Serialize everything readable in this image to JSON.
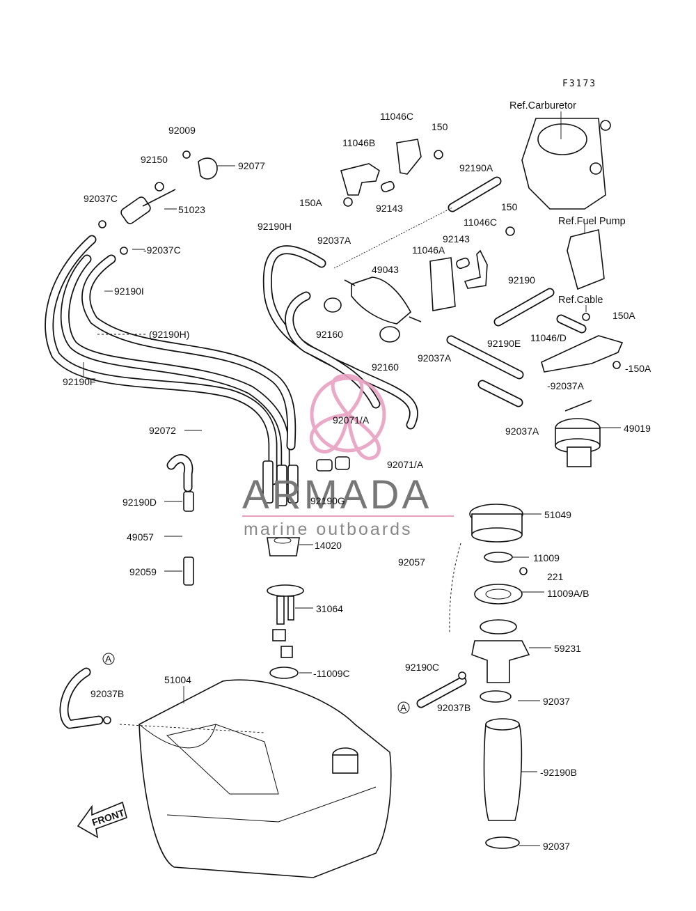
{
  "figure_code": "F3173",
  "references": {
    "carburetor": "Ref.Carburetor",
    "fuel_pump": "Ref.Fuel Pump",
    "cable": "Ref.Cable"
  },
  "watermark": {
    "brand": "ARMADA",
    "tagline": "marine outboards",
    "logo_color": "#e8a0c0"
  },
  "front_marker": "FRONT",
  "callout_marker": "A",
  "parts": [
    {
      "id": "p92009",
      "label": "92009"
    },
    {
      "id": "p92150",
      "label": "92150"
    },
    {
      "id": "p92077",
      "label": "92077"
    },
    {
      "id": "p92037C_1",
      "label": "92037C"
    },
    {
      "id": "p51023",
      "label": "51023"
    },
    {
      "id": "p92037C_2",
      "label": "-92037C"
    },
    {
      "id": "p11046C_1",
      "label": "11046C"
    },
    {
      "id": "p150_1",
      "label": "150"
    },
    {
      "id": "p11046B",
      "label": "11046B"
    },
    {
      "id": "p92190A",
      "label": "92190A"
    },
    {
      "id": "p150A_1",
      "label": "150A"
    },
    {
      "id": "p92143_1",
      "label": "92143"
    },
    {
      "id": "p150_2",
      "label": "150"
    },
    {
      "id": "p92190H",
      "label": "92190H"
    },
    {
      "id": "p92037A_1",
      "label": "92037A"
    },
    {
      "id": "p11046C_2",
      "label": "11046C"
    },
    {
      "id": "p92143_2",
      "label": "92143"
    },
    {
      "id": "p11046A",
      "label": "11046A"
    },
    {
      "id": "p49043",
      "label": "49043"
    },
    {
      "id": "p92190I",
      "label": "92190I"
    },
    {
      "id": "p92190",
      "label": "92190"
    },
    {
      "id": "p92160_1",
      "label": "92160"
    },
    {
      "id": "p92190H_2",
      "label": "(92190H)"
    },
    {
      "id": "p150A_2",
      "label": "150A"
    },
    {
      "id": "p92190E",
      "label": "92190E"
    },
    {
      "id": "p11046D",
      "label": "11046/D"
    },
    {
      "id": "p92160_2",
      "label": "92160"
    },
    {
      "id": "p92037A_2",
      "label": "92037A"
    },
    {
      "id": "p150A_3",
      "label": "-150A"
    },
    {
      "id": "p92190F",
      "label": "92190F"
    },
    {
      "id": "p92037A_3",
      "label": "-92037A"
    },
    {
      "id": "p92072",
      "label": "92072"
    },
    {
      "id": "p92071A_1",
      "label": "92071/A"
    },
    {
      "id": "p49019",
      "label": "49019"
    },
    {
      "id": "p92037A_4",
      "label": "92037A"
    },
    {
      "id": "p92071A_2",
      "label": "92071/A"
    },
    {
      "id": "p92190D",
      "label": "92190D"
    },
    {
      "id": "p92190G",
      "label": "92190G"
    },
    {
      "id": "p51049",
      "label": "51049"
    },
    {
      "id": "p49057",
      "label": "49057"
    },
    {
      "id": "p14020",
      "label": "14020"
    },
    {
      "id": "p92057",
      "label": "92057"
    },
    {
      "id": "p11009",
      "label": "11009"
    },
    {
      "id": "p92059",
      "label": "92059"
    },
    {
      "id": "p221",
      "label": "221"
    },
    {
      "id": "p11009AB",
      "label": "11009A/B"
    },
    {
      "id": "p31064",
      "label": "31064"
    },
    {
      "id": "p59231",
      "label": "59231"
    },
    {
      "id": "p92190C",
      "label": "92190C"
    },
    {
      "id": "p11009C",
      "label": "-11009C"
    },
    {
      "id": "p92037B_1",
      "label": "92037B"
    },
    {
      "id": "p51004",
      "label": "51004"
    },
    {
      "id": "p92037",
      "label": "92037"
    },
    {
      "id": "p92037B_2",
      "label": "92037B"
    },
    {
      "id": "p92190B",
      "label": "-92190B"
    },
    {
      "id": "p92037_2",
      "label": "92037"
    }
  ]
}
